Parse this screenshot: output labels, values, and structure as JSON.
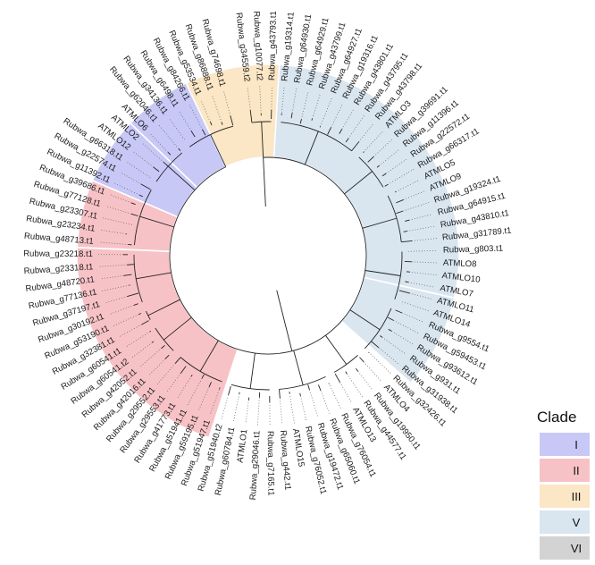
{
  "legend": {
    "title": "Clade",
    "items": [
      {
        "label": "I",
        "color": "#c8c8f7"
      },
      {
        "label": "II",
        "color": "#f7c2c6"
      },
      {
        "label": "III",
        "color": "#fbe6c5"
      },
      {
        "label": "V",
        "color": "#d9e6f0"
      },
      {
        "label": "VI",
        "color": "#d3d3d3"
      }
    ]
  },
  "tree": {
    "clade_arcs": [
      {
        "clade": "II",
        "from_leaf": 50,
        "to_leaf": 67
      },
      {
        "clade": "II",
        "from_leaf": 68,
        "to_leaf": 72
      },
      {
        "clade": "I",
        "from_leaf": 73,
        "to_leaf": 77
      },
      {
        "clade": "I",
        "from_leaf": 78,
        "to_leaf": 82
      },
      {
        "clade": "III",
        "from_leaf": 83,
        "to_leaf": 90
      },
      {
        "clade": "VI",
        "from_leaf": 91,
        "to_leaf": 94
      },
      {
        "clade": "V",
        "from_leaf": 95,
        "to_leaf": 96
      },
      {
        "clade": "V",
        "from_leaf": 3,
        "to_leaf": 26
      },
      {
        "clade": "V",
        "from_leaf": 27,
        "to_leaf": 33
      }
    ],
    "leaves": [
      "Rubwa_g34559.t2",
      "Rubwa_g10077.t2",
      "Rubwa_g43793.t1",
      "Rubwa_g19314.t1",
      "Rubwa_g64930.t1",
      "Rubwa_g64929.t1",
      "Rubwa_g43799.t1",
      "Rubwa_g64927.t1",
      "Rubwa_g19316.t1",
      "Rubwa_g43801.t1",
      "Rubwa_g43795.t1",
      "Rubwa_g43798.t1",
      "ATMLO3",
      "Rubwa_g39691.t1",
      "Rubwa_g11396.t1",
      "Rubwa_g22572.t1",
      "Rubwa_g66317.t1",
      "ATMLO5",
      "ATMLO9",
      "Rubwa_g19324.t1",
      "Rubwa_g64915.t1",
      "Rubwa_g43810.t1",
      "Rubwa_g31789.t1",
      "Rubwa_g803.t1",
      "ATMLO8",
      "ATMLO10",
      "ATMLO7",
      "ATMLO11",
      "ATMLO14",
      "Rubwa_g9554.t1",
      "Rubwa_g59453.t1",
      "Rubwa_g93612.t1",
      "Rubwa_g931.t1",
      "Rubwa_g31938.t1",
      "Rubwa_g32426.t1",
      "ATMLO4",
      "Rubwa_g19950.t1",
      "Rubwa_g44577.t1",
      "ATMLO13",
      "Rubwa_g76054.t1",
      "Rubwa_g65060.t1",
      "Rubwa_g19472.t1",
      "Rubwa_g76052.t1",
      "ATMLO15",
      "Rubwa_g442.t1",
      "Rubwa_g7165.t1",
      "Rubwa_g29046.t1",
      "ATMLO1",
      "Rubwa_g60784.t1",
      "Rubwa_g51940.t2",
      "Rubwa_g51947.t1",
      "Rubwa_g59195.t1",
      "Rubwa_g51941.t1",
      "Rubwa_g41773.t1",
      "Rubwa_g29553.t1",
      "Rubwa_g29552.t1",
      "Rubwa_g42016.t1",
      "Rubwa_g42052.t1",
      "Rubwa_g60541.t2",
      "Rubwa_g60541.t1",
      "Rubwa_g32381.t1",
      "Rubwa_g53190.t1",
      "Rubwa_g30192.t1",
      "Rubwa_g37197.t1",
      "Rubwa_g77136.t1",
      "Rubwa_g48720.t1",
      "Rubwa_g23318.t1",
      "Rubwa_g23218.t1",
      "Rubwa_g48713.t1",
      "Rubwa_g23234.t1",
      "Rubwa_g23307.t1",
      "Rubwa_g77128.t1",
      "Rubwa_g39686.t1",
      "Rubwa_g11392.t1",
      "Rubwa_g22574.t1",
      "Rubwa_g66318.t1",
      "ATMLO12",
      "ATMLO2",
      "ATMLO6",
      "Rubwa_g62046.t1",
      "Rubwa_g34136.t1",
      "Rubwa_g6498.t1",
      "Rubwa_g84266.t1",
      "Rubwa_g53534.t1",
      "Rubwa_g86888.t1",
      "Rubwa_g74698.t1"
    ]
  }
}
